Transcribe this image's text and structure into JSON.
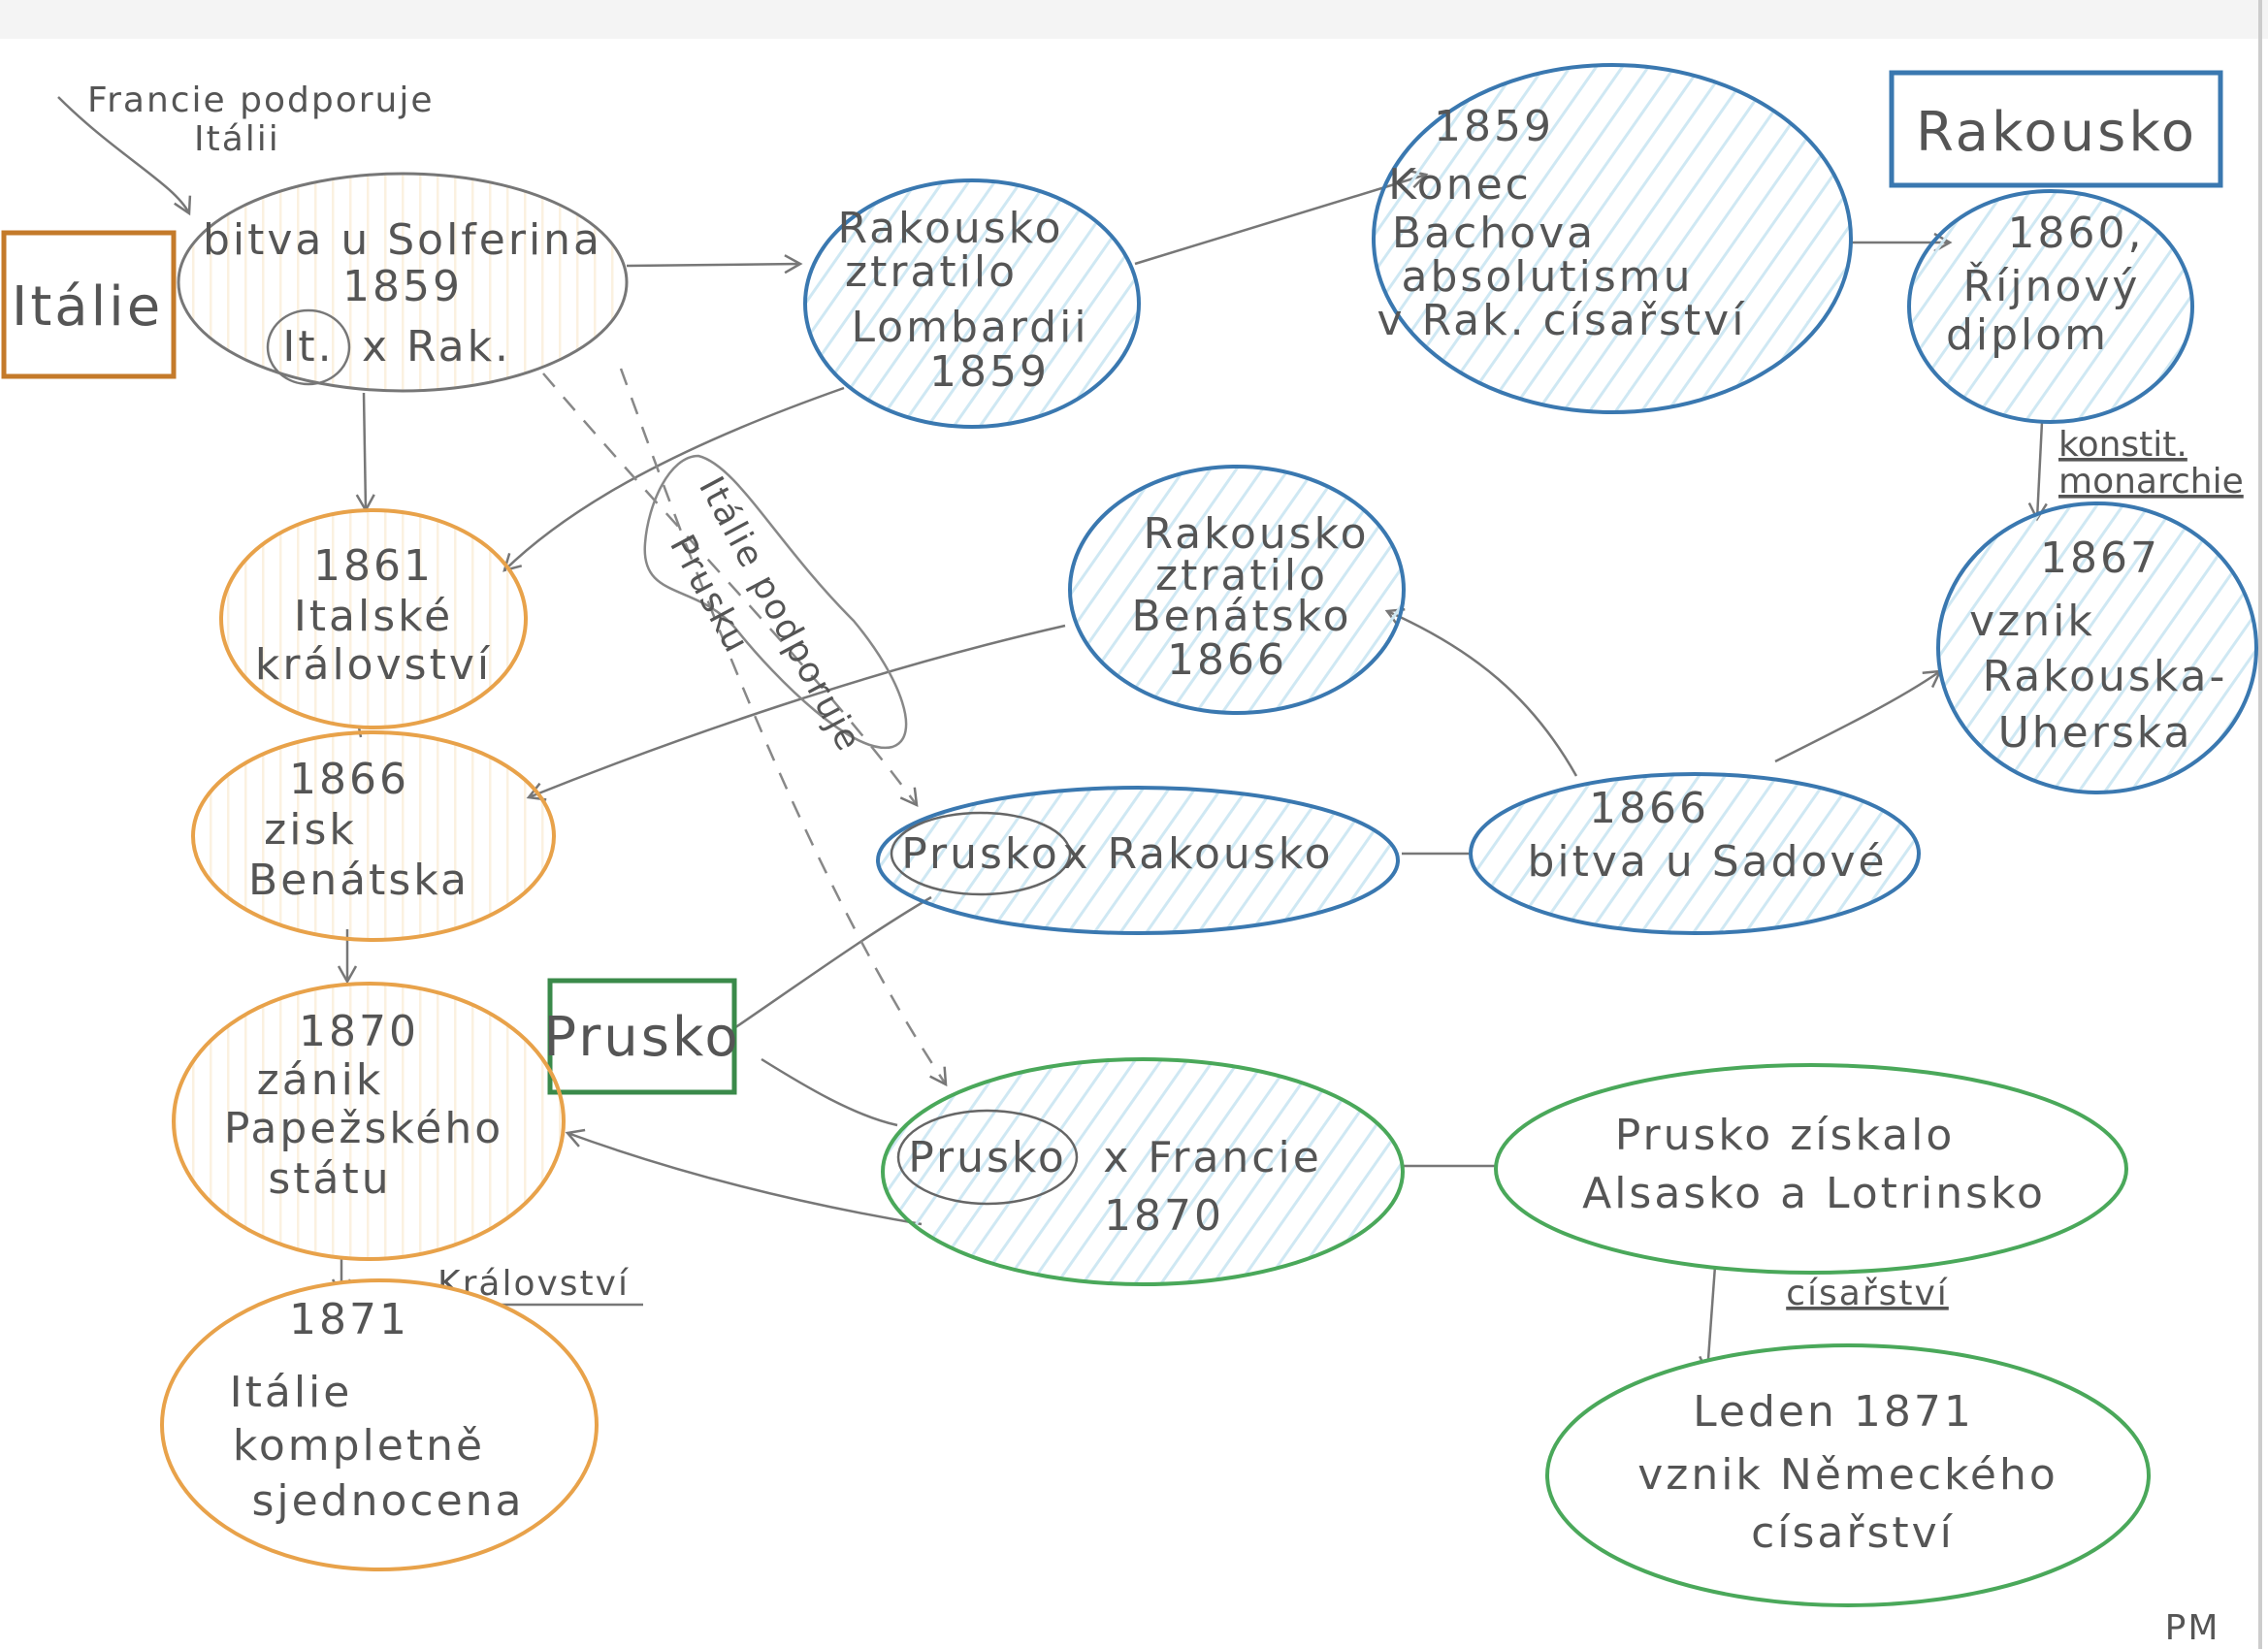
{
  "colors": {
    "italy": "#e8a24a",
    "austria": "#3a78b0",
    "prussia": "#4aa85a",
    "pencil": "#555555",
    "austria_fill": "#cfe8f3",
    "italy_fill": "#fbf1e0"
  },
  "boxes": {
    "italie": "Itálie",
    "rakousko": "Rakousko",
    "prusko": "Prusko"
  },
  "annotations": {
    "francie": [
      "Francie podporuje",
      "Itálii"
    ],
    "italie_prusko": [
      "Itálie podporuje",
      "Prusku"
    ],
    "konstit": [
      "konstit.",
      "monarchie"
    ],
    "cisarstvi": "císařství",
    "kralovstvi": "Království",
    "signature": "PM"
  },
  "nodes": {
    "solferino": {
      "lines": [
        "bitva u Solferina",
        "1859"
      ],
      "circled": "It.",
      "vs": "x Rak."
    },
    "lombardie": [
      "Rakousko",
      "ztratilo",
      "Lombardii",
      "1859"
    ],
    "bach": [
      "1859",
      "Konec",
      "Bachova",
      "absolutismu",
      "v Rak. císařství"
    ],
    "rijnovy": [
      "1860,",
      "Říjnový",
      "diplom"
    ],
    "rakousko_uhersko": [
      "1867",
      "vznik",
      "Rakouska-",
      "Uherska"
    ],
    "italske_kralovstvi": [
      "1861",
      "Italské",
      "království"
    ],
    "benatsko_zisk": [
      "1866",
      "zisk",
      "Benátska"
    ],
    "benatsko_ztrata": [
      "Rakousko",
      "ztratilo",
      "Benátsko",
      "1866"
    ],
    "prusko_rakousko": {
      "circled": "Prusko",
      "vs": "x Rakousko"
    },
    "sadova": [
      "1866",
      "bitva u Sadové"
    ],
    "papezsky_stat": [
      "1870",
      "zánik",
      "Papežského",
      "státu"
    ],
    "prusko_francie": {
      "circled": "Prusko",
      "vs": "x Francie",
      "year": "1870"
    },
    "alsasko": [
      "Prusko získalo",
      "Alsasko a Lotrinsko"
    ],
    "nemecke_cisarstvi": [
      "Leden   1871",
      "vznik Německého",
      "císařství"
    ],
    "italie_sjednocena": [
      "1871",
      "Itálie",
      "kompletně",
      "sjednocena"
    ]
  }
}
